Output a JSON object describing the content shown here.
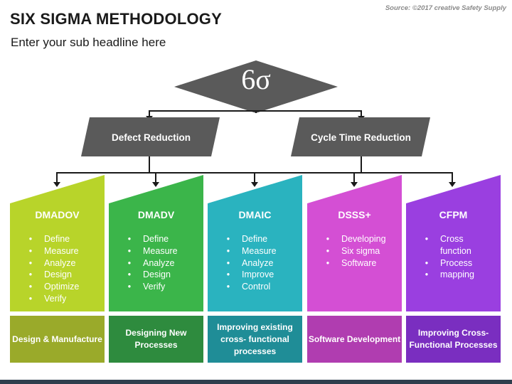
{
  "header": {
    "title": "SIX SIGMA METHODOLOGY",
    "subtitle": "Enter your sub headline here",
    "source": "Source: ©2017 creative Safety Supply"
  },
  "root": {
    "label": "6σ"
  },
  "branches": [
    {
      "label": "Defect Reduction"
    },
    {
      "label": "Cycle Time Reduction"
    }
  ],
  "columns": [
    {
      "heading": "DMADOV",
      "items": [
        "Define",
        "Measure",
        "Analyze",
        "Design",
        "Optimize",
        "Verify"
      ],
      "bullet": "•",
      "footer": "Design & Manufacture",
      "top_color": "#b8d42a",
      "bottom_color": "#9aaa2a"
    },
    {
      "heading": "DMADV",
      "items": [
        "Define",
        "Measure",
        "Analyze",
        "Design",
        "Verify"
      ],
      "bullet": "•",
      "footer": "Designing New Processes",
      "top_color": "#3bb54a",
      "bottom_color": "#2e8b3e"
    },
    {
      "heading": "DMAIC",
      "items": [
        "Define",
        "Measure",
        "Analyze",
        "Improve",
        "Control"
      ],
      "bullet": "•",
      "footer": "Improving existing cross- functional processes",
      "top_color": "#2ab3bf",
      "bottom_color": "#1f8d97"
    },
    {
      "heading": "DSSS+",
      "items": [
        "Developing",
        "Six sigma",
        "Software"
      ],
      "bullet": "•",
      "footer": "Software Development",
      "top_color": "#d44fd4",
      "bottom_color": "#b03db0"
    },
    {
      "heading": "CFPM",
      "items": [
        "Cross function",
        "Process",
        "mapping"
      ],
      "bullet": "•",
      "footer": "Improving Cross- Functional Processes",
      "top_color": "#9a3fe0",
      "bottom_color": "#7a2ec0"
    }
  ],
  "colors": {
    "shape_fill": "#5a5a5a",
    "connector": "#1a1a1a"
  }
}
